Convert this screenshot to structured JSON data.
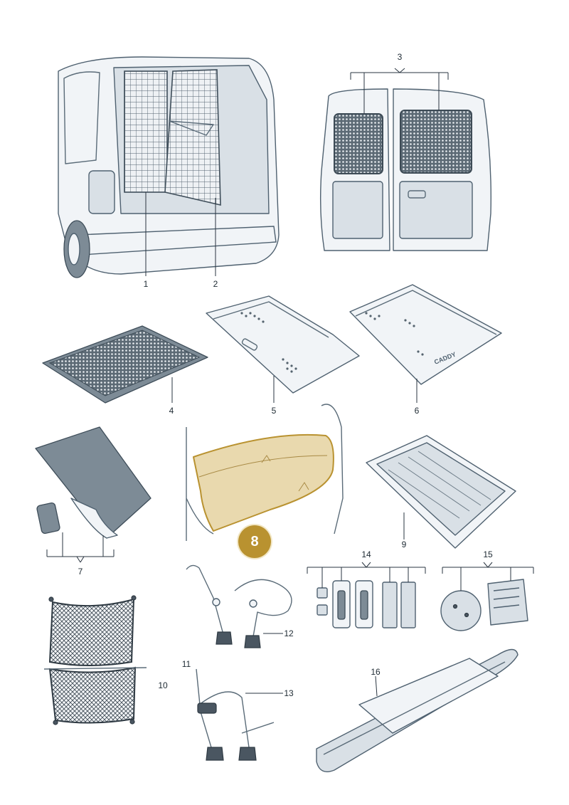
{
  "diagram": {
    "callouts": [
      {
        "id": "1",
        "text": "1"
      },
      {
        "id": "2",
        "text": "2"
      },
      {
        "id": "3",
        "text": "3"
      },
      {
        "id": "4",
        "text": "4"
      },
      {
        "id": "5",
        "text": "5"
      },
      {
        "id": "6",
        "text": "6"
      },
      {
        "id": "7",
        "text": "7"
      },
      {
        "id": "8",
        "text": "8"
      },
      {
        "id": "9",
        "text": "9"
      },
      {
        "id": "10",
        "text": "10"
      },
      {
        "id": "11",
        "text": "11"
      },
      {
        "id": "12",
        "text": "12"
      },
      {
        "id": "13",
        "text": "13"
      },
      {
        "id": "14",
        "text": "14"
      },
      {
        "id": "15",
        "text": "15"
      },
      {
        "id": "16",
        "text": "16"
      }
    ],
    "floor_mat_logo": "CADDY",
    "colors": {
      "highlight": "#b99230",
      "highlight_fill": "#e9d9ae",
      "line": "#4f6170",
      "panel": "#f1f4f7"
    }
  }
}
